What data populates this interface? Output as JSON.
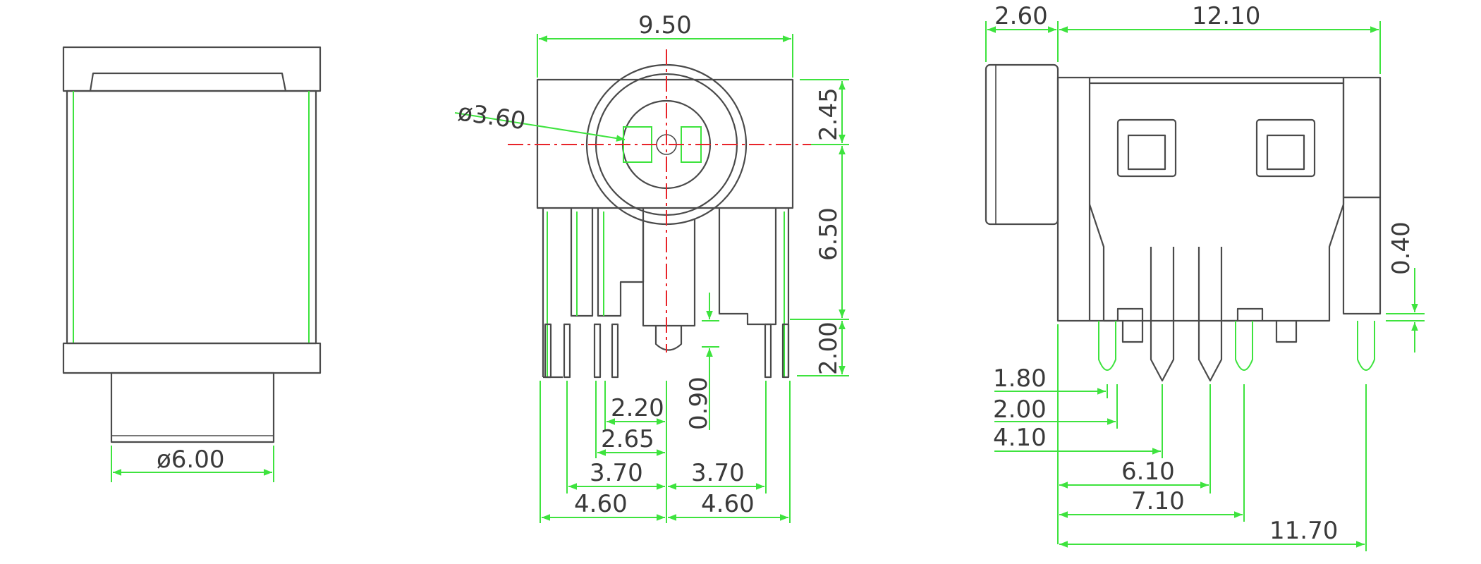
{
  "front_view": {
    "dims": {
      "width": "9.50",
      "hole_dia": "ø3.60",
      "top_to_center": "2.45",
      "center_to_base": "6.50",
      "pin_length": "2.00",
      "center_pin_offset": "0.90",
      "pin_2_20": "2.20",
      "pin_2_65": "2.65",
      "pin_3_70_left": "3.70",
      "pin_3_70_right": "3.70",
      "pin_4_60_left": "4.60",
      "pin_4_60_right": "4.60"
    }
  },
  "rear_view": {
    "dims": {
      "barrel_dia": "ø6.00"
    }
  },
  "side_view": {
    "dims": {
      "barrel_length": "2.60",
      "body_length": "12.10",
      "standoff": "0.40",
      "pin_1_80": "1.80",
      "pin_2_00": "2.00",
      "pin_4_10": "4.10",
      "pin_6_10": "6.10",
      "pin_7_10": "7.10",
      "pin_11_70": "11.70"
    }
  },
  "colors": {
    "outline": "#4a4a4a",
    "dimension": "#3ee33e",
    "centerline": "#e8242a"
  }
}
